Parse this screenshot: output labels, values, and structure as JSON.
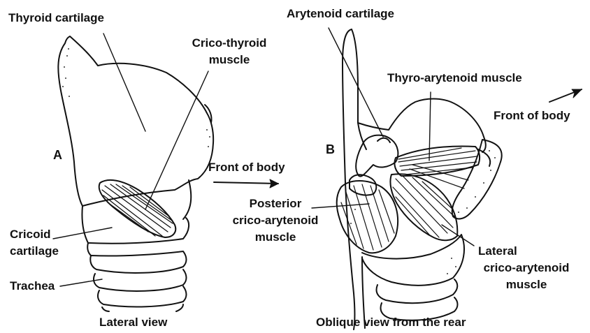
{
  "figure_a": {
    "letter": "A",
    "caption": "Lateral view",
    "labels": {
      "thyroid_cartilage": "Thyroid cartilage",
      "crico_thyroid_line1": "Crico-thyroid",
      "crico_thyroid_line2": "muscle",
      "cricoid_line1": "Cricoid",
      "cricoid_line2": "cartilage",
      "trachea": "Trachea"
    }
  },
  "figure_b": {
    "letter": "B",
    "caption": "Oblique view from the rear",
    "labels": {
      "arytenoid_cartilage": "Arytenoid cartilage",
      "thyro_arytenoid": "Thyro-arytenoid muscle",
      "posterior_line1": "Posterior",
      "posterior_line2": "crico-arytenoid",
      "posterior_line3": "muscle",
      "lateral_line1": "Lateral",
      "lateral_line2": "crico-arytenoid",
      "lateral_line3": "muscle"
    }
  },
  "direction_labels": {
    "front_of_body_center": "Front of body",
    "front_of_body_right": "Front of body"
  },
  "colors": {
    "ink": "#111111",
    "background": "#ffffff"
  }
}
